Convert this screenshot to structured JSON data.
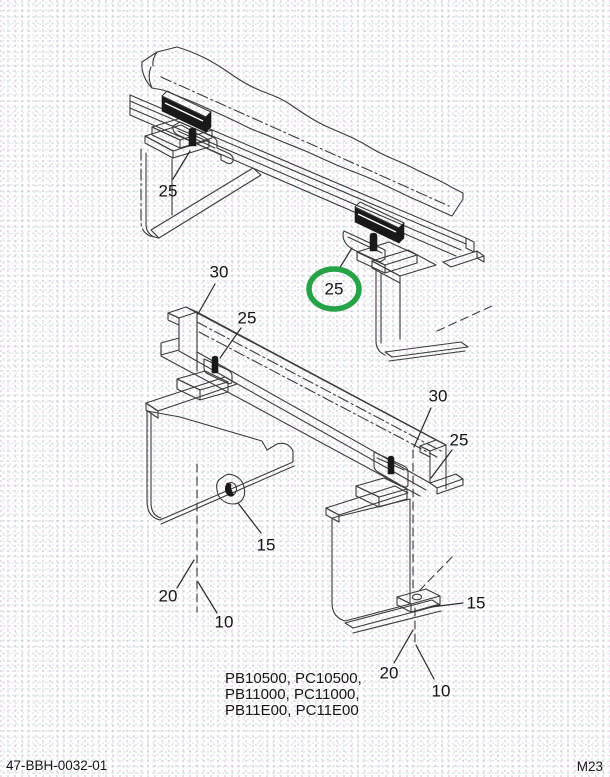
{
  "figure": {
    "footer_left": "47-BBH-0032-01",
    "footer_right": "M23",
    "applicability_lines": [
      "PB10500, PC10500,",
      "PB11000, PC11000,",
      "PB11E00, PC11E00"
    ]
  },
  "highlight": {
    "color": "#27a347",
    "label": "25"
  },
  "callouts": {
    "upper_bracket_25": "25",
    "lower_rail_30_left": "30",
    "lower_bracket_25_left": "25",
    "lower_rail_30_right": "30",
    "lower_bracket_25_right": "25",
    "grommet_15": "15",
    "crossmember_20_left": "20",
    "frame_10_left": "10",
    "plate_15_right": "15",
    "crossmember_20_right": "20",
    "frame_10_right": "10"
  }
}
